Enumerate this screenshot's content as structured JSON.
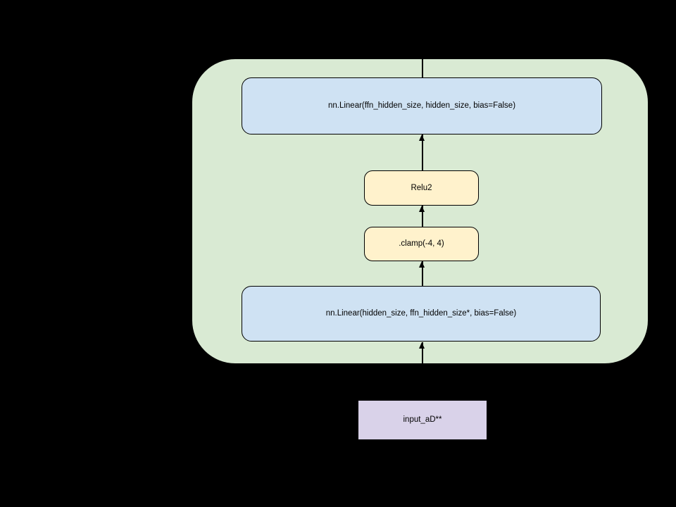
{
  "diagram": {
    "type": "flow-diagram",
    "group": {
      "name": "ffn-block",
      "fill": "#d9ead3",
      "border": "#000000"
    },
    "nodes": {
      "linear_out": {
        "label": "nn.Linear(ffn_hidden_size, hidden_size, bias=False)",
        "fill": "#cfe2f3",
        "border": "#000000",
        "shape": "rounded-rect"
      },
      "relu2": {
        "label": "Relu2",
        "fill": "#fff2cc",
        "border": "#000000",
        "shape": "rounded-rect"
      },
      "clamp": {
        "label": ".clamp(-4, 4)",
        "fill": "#fff2cc",
        "border": "#000000",
        "shape": "rounded-rect"
      },
      "linear_in": {
        "label": "nn.Linear(hidden_size, ffn_hidden_size*, bias=False)",
        "fill": "#cfe2f3",
        "border": "#000000",
        "shape": "rounded-rect"
      },
      "input": {
        "label": "input_aD**",
        "fill": "#d9d2e9",
        "border": "none",
        "shape": "rect"
      }
    },
    "edges": [
      {
        "from": "input",
        "to": "linear_in",
        "arrow": "up"
      },
      {
        "from": "linear_in",
        "to": "clamp",
        "arrow": "up"
      },
      {
        "from": "clamp",
        "to": "relu2",
        "arrow": "up"
      },
      {
        "from": "relu2",
        "to": "linear_out",
        "arrow": "up"
      },
      {
        "from": "linear_out",
        "to": "output-above-container",
        "arrow": "up"
      }
    ],
    "colors": {
      "background": "#000000",
      "line": "#000000",
      "text": "#000000"
    }
  }
}
